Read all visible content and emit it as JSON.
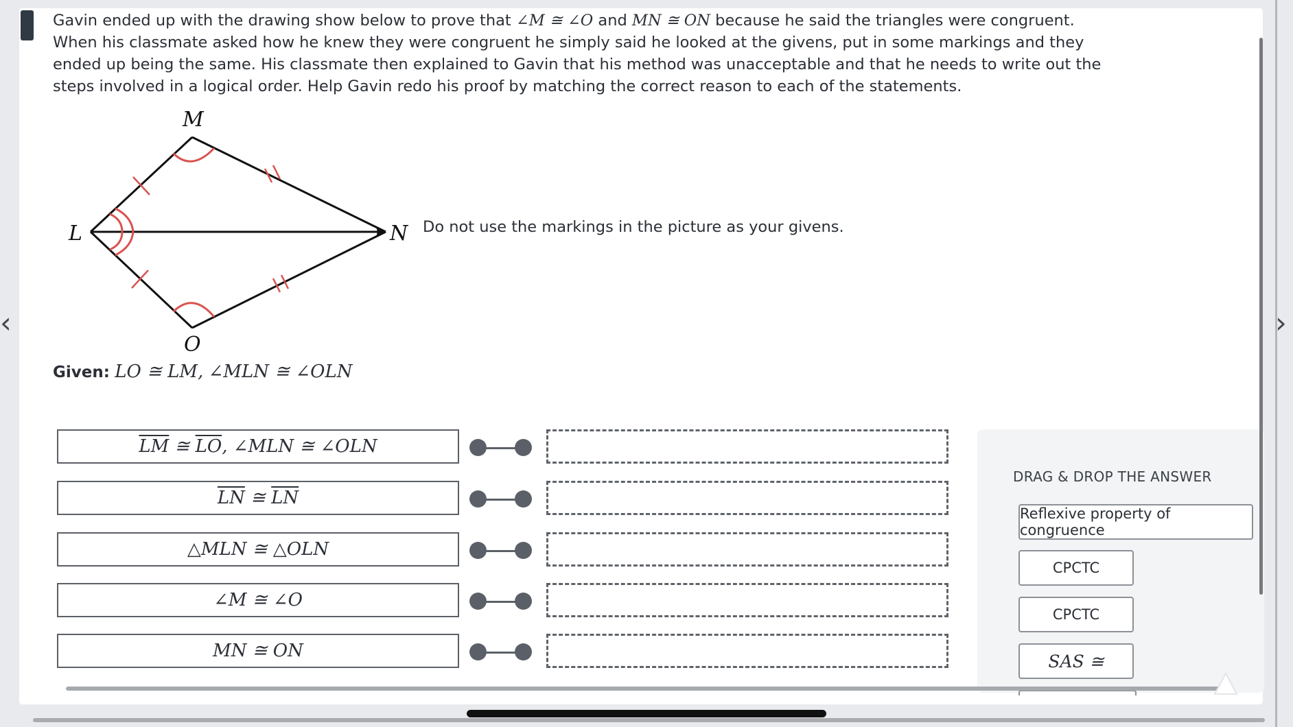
{
  "question": {
    "part1": "Gavin ended up with the drawing show below to prove that",
    "m1": "∠M ≅ ∠O",
    "and": "and",
    "m2": "MN ≅ ON",
    "part2": "because he said the triangles were congruent. When his classmate asked how he knew they were congruent he simply said he looked at the givens, put in some markings and they ended up being the same. His classmate then explained to Gavin that his method was unacceptable and that he needs to write out the steps involved in a logical order. Help Gavin redo his proof by matching the correct reason to each of the statements."
  },
  "diagram": {
    "labels": {
      "M": "M",
      "L": "L",
      "N": "N",
      "O": "O"
    },
    "mark_color": "#d9534f"
  },
  "note": "Do not use the markings in the picture as your givens.",
  "given": {
    "label": "Given:",
    "part1": "LO ≅ LM",
    "sep": ",",
    "part2": "∠MLN ≅ ∠OLN"
  },
  "statements": [
    {
      "seg1": "LM",
      "cong": "≅",
      "seg2": "LO",
      "rest": ", ∠MLN ≅ ∠OLN"
    },
    {
      "seg1": "LN",
      "cong": "≅",
      "seg2": "LN",
      "rest": ""
    },
    {
      "text": "△MLN ≅ △OLN"
    },
    {
      "text": "∠M ≅ ∠O"
    },
    {
      "text": "MN ≅ ON"
    }
  ],
  "answer_bank": {
    "title": "DRAG & DROP THE ANSWER",
    "choices": [
      "Reflexive property of congruence",
      "CPCTC",
      "CPCTC",
      "SAS ≅"
    ]
  },
  "colors": {
    "accent_dark": "#2f3a44",
    "marking": "#d9534f"
  }
}
